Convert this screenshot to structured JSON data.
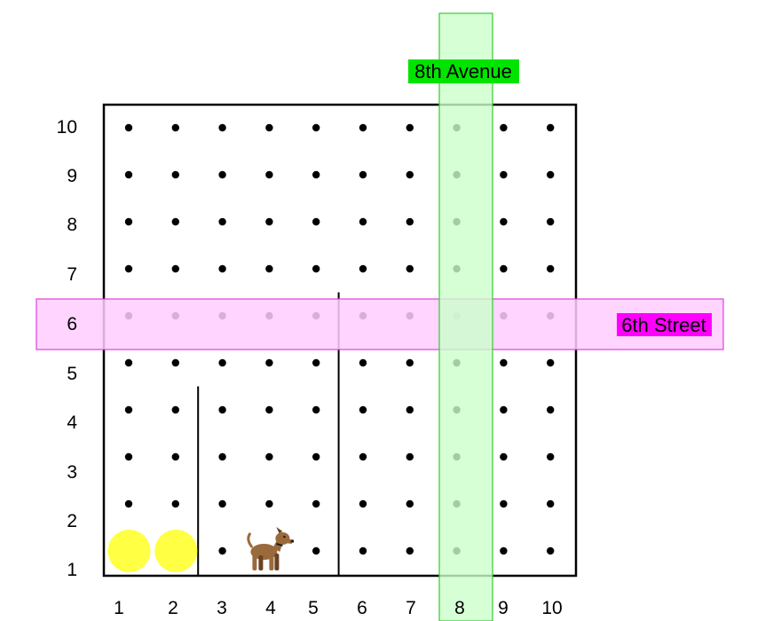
{
  "grid": {
    "columns": [
      "1",
      "2",
      "3",
      "4",
      "5",
      "6",
      "7",
      "8",
      "9",
      "10"
    ],
    "rows": [
      "1",
      "2",
      "3",
      "4",
      "5",
      "6",
      "7",
      "8",
      "9",
      "10"
    ]
  },
  "avenue": {
    "label": "8th Avenue",
    "column": 8,
    "band_color": "#ccffcc",
    "tag_color": "#00e400"
  },
  "street": {
    "label": "6th Street",
    "row": 6,
    "band_color": "#ffccff",
    "tag_color": "#ff00ff"
  },
  "walls": [
    {
      "column_boundary": 2.5,
      "from_row": 1,
      "to_row": 4.5
    },
    {
      "column_boundary": 5.5,
      "from_row": 1,
      "to_row": 6.5
    }
  ],
  "dots_hidden_at": [
    [
      1,
      1
    ],
    [
      2,
      1
    ],
    [
      4,
      1
    ]
  ],
  "items": {
    "yellow_balls": [
      {
        "column": 1,
        "row": 1
      },
      {
        "column": 2,
        "row": 1
      }
    ],
    "ball_color": "#ffff44",
    "dog": {
      "column": 4,
      "row": 1,
      "icon": "dog-icon"
    }
  }
}
